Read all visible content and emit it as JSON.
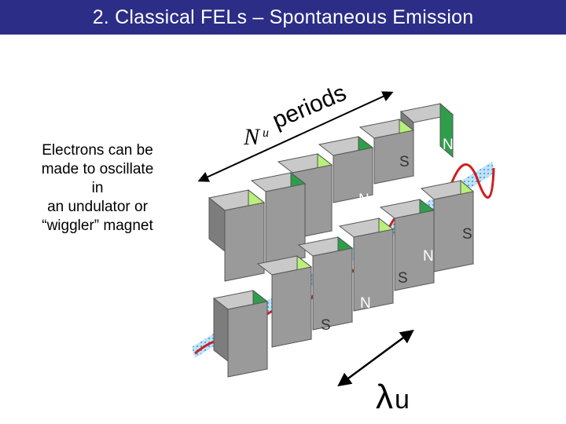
{
  "slide": {
    "title": "2. Classical FELs – Spontaneous Emission",
    "caption_lines": [
      "Electrons can be",
      "made to oscillate",
      "in",
      "an undulator or",
      "“wiggler” magnet"
    ]
  },
  "figure": {
    "periods_word": "periods",
    "n_symbol": "N",
    "n_subscript": "u",
    "lambda_symbol": "λ",
    "lambda_subscript": "u",
    "north_label": "N",
    "south_label": "S"
  },
  "colors": {
    "title_bar": "#2b2d86",
    "title_text": "#ffffff",
    "pole_green": "#2e9e4a",
    "pole_light_green": "#b8f07a",
    "magnet_gray": "#9a9a9a",
    "electron_path": "#cc1f1f",
    "beam_blue": "#8fc7ea"
  }
}
